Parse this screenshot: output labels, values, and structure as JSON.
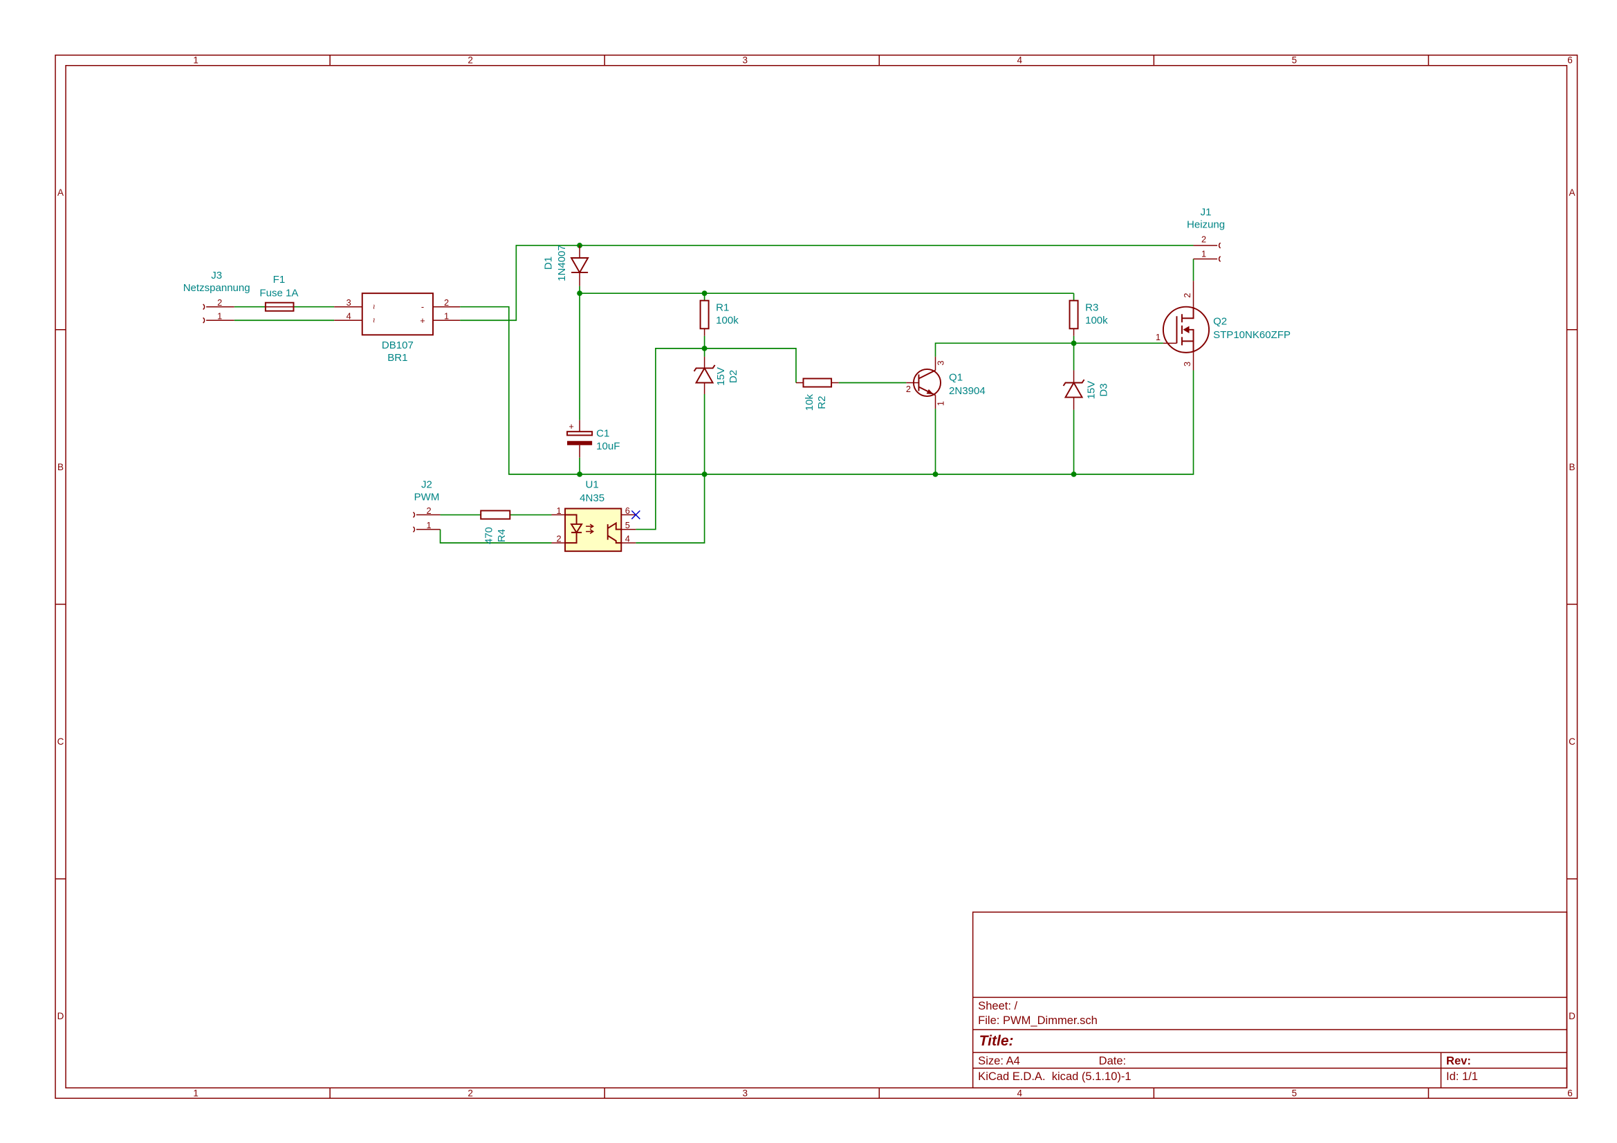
{
  "sheet": {
    "col_labels": [
      "1",
      "2",
      "3",
      "4",
      "5",
      "6"
    ],
    "row_labels": [
      "A",
      "B",
      "C",
      "D"
    ]
  },
  "colors": {
    "border": "#840000",
    "wire": "#008400",
    "symbol": "#840000",
    "symbol_fill": "#ffffc2",
    "field_text": "#008484",
    "no_connect": "#0000c8"
  },
  "components": {
    "J3": {
      "ref": "J3",
      "value": "Netzspannung",
      "pins": {
        "p2": "2",
        "p1": "1"
      }
    },
    "F1": {
      "ref": "F1",
      "value": "Fuse 1A"
    },
    "BR1": {
      "ref": "BR1",
      "value": "DB107",
      "pins": {
        "p3": "3",
        "p4": "4",
        "p2": "2",
        "p1": "1"
      },
      "pin_names": {
        "ac1": "~",
        "ac2": "~",
        "minus": "-",
        "plus": "+"
      }
    },
    "D1": {
      "ref": "D1",
      "value": "1N4007"
    },
    "C1": {
      "ref": "C1",
      "value": "10uF",
      "polarity": "+"
    },
    "R1": {
      "ref": "R1",
      "value": "100k"
    },
    "D2": {
      "ref": "D2",
      "value": "15V"
    },
    "R2": {
      "ref": "R2",
      "value": "10k"
    },
    "Q1": {
      "ref": "Q1",
      "value": "2N3904",
      "pins": {
        "p3": "3",
        "p2": "2",
        "p1": "1"
      }
    },
    "R3": {
      "ref": "R3",
      "value": "100k"
    },
    "D3": {
      "ref": "D3",
      "value": "15V"
    },
    "Q2": {
      "ref": "Q2",
      "value": "STP10NK60ZFP",
      "pins": {
        "p2": "2",
        "p1": "1",
        "p3": "3"
      }
    },
    "J1": {
      "ref": "J1",
      "value": "Heizung",
      "pins": {
        "p2": "2",
        "p1": "1"
      }
    },
    "J2": {
      "ref": "J2",
      "value": "PWM",
      "pins": {
        "p2": "2",
        "p1": "1"
      }
    },
    "R4": {
      "ref": "R4",
      "value": "470"
    },
    "U1": {
      "ref": "U1",
      "value": "4N35",
      "pins": {
        "p1": "1",
        "p2": "2",
        "p6": "6",
        "p5": "5",
        "p4": "4"
      }
    }
  },
  "title_block": {
    "sheet": "Sheet: /",
    "file": "File: PWM_Dimmer.sch",
    "title": "Title:",
    "size": "Size: A4",
    "date": "Date:",
    "rev": "Rev:",
    "generator": "KiCad E.D.A.  kicad (5.1.10)-1",
    "id": "Id: 1/1"
  }
}
